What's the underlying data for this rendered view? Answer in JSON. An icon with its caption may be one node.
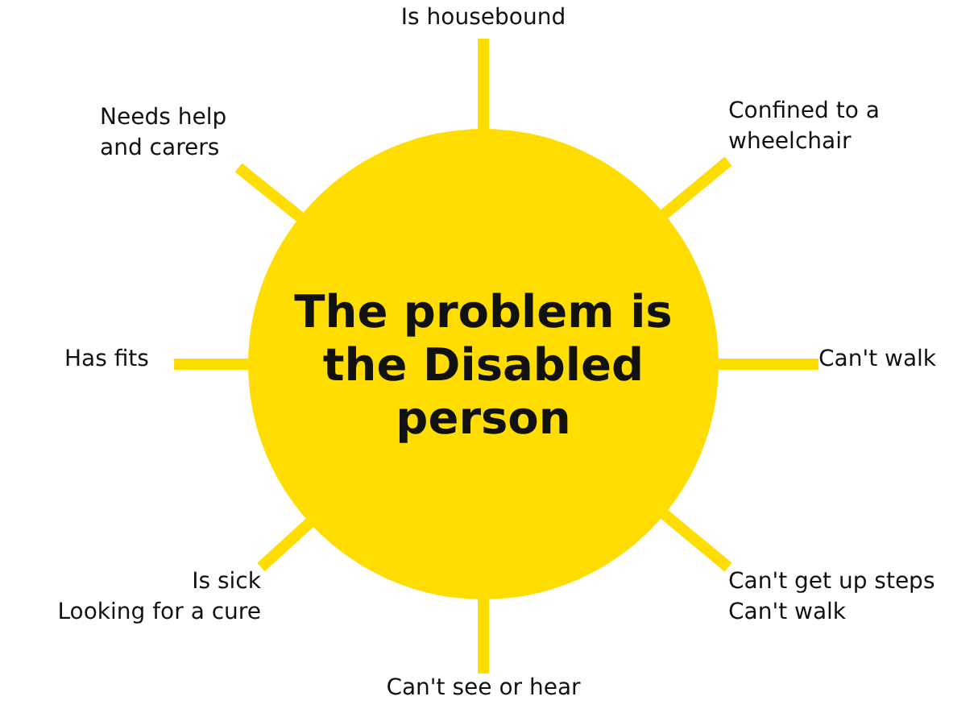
{
  "diagram": {
    "nodes": [
      {
        "text": [
          "The problem is the Disabled person"
        ]
      },
      {
        "text": [
          "Is housebound"
        ]
      },
      {
        "text": [
          "Needs help and carers"
        ]
      },
      {
        "text": [
          "Confined to a wheelchair"
        ]
      },
      {
        "text": [
          "Has fits"
        ]
      },
      {
        "text": [
          "Can't walk"
        ]
      },
      {
        "text": [
          "Is sick",
          "Looking for a cure"
        ]
      },
      {
        "text": [
          "Can't get up steps",
          "Can't walk"
        ]
      },
      {
        "text": [
          "Can't see or hear"
        ]
      }
    ],
    "edges": [
      {
        "from": 0,
        "to": 1,
        "arrow": "none"
      },
      {
        "from": 0,
        "to": 2,
        "arrow": "none"
      },
      {
        "from": 0,
        "to": 3,
        "arrow": "none"
      },
      {
        "from": 0,
        "to": 4,
        "arrow": "none"
      },
      {
        "from": 0,
        "to": 5,
        "arrow": "none"
      },
      {
        "from": 0,
        "to": 6,
        "arrow": "none"
      },
      {
        "from": 0,
        "to": 7,
        "arrow": "none"
      },
      {
        "from": 0,
        "to": 8,
        "arrow": "none"
      }
    ]
  }
}
